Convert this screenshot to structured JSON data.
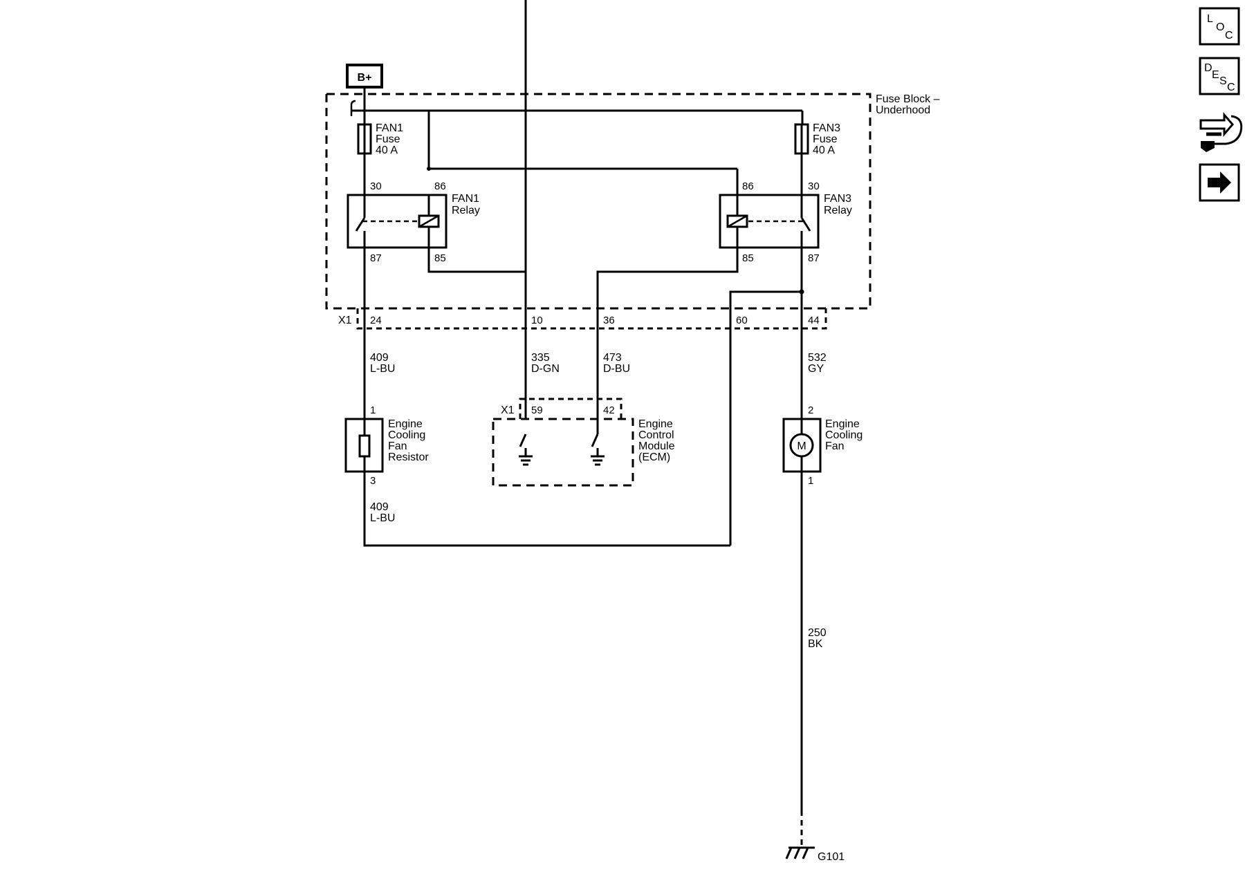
{
  "power": {
    "label": "B+"
  },
  "fuse_block": {
    "line1": "Fuse Block –",
    "line2": "Underhood"
  },
  "fan1_fuse": {
    "line1": "FAN1",
    "line2": "Fuse",
    "line3": "40 A"
  },
  "fan3_fuse": {
    "line1": "FAN3",
    "line2": "Fuse",
    "line3": "40 A"
  },
  "fan1_relay": {
    "line1": "FAN1",
    "line2": "Relay",
    "pin_30": "30",
    "pin_86": "86",
    "pin_87": "87",
    "pin_85": "85"
  },
  "fan3_relay": {
    "line1": "FAN3",
    "line2": "Relay",
    "pin_86": "86",
    "pin_30": "30",
    "pin_85": "85",
    "pin_87": "87"
  },
  "fuse_block_connector": {
    "name": "X1",
    "pin_a": "24",
    "pin_b": "10",
    "pin_c": "36",
    "pin_d": "60",
    "pin_e": "44"
  },
  "wires": {
    "w409_top": {
      "circuit": "409",
      "color": "L-BU"
    },
    "w335": {
      "circuit": "335",
      "color": "D-GN"
    },
    "w473": {
      "circuit": "473",
      "color": "D-BU"
    },
    "w532": {
      "circuit": "532",
      "color": "GY"
    },
    "w409_bottom": {
      "circuit": "409",
      "color": "L-BU"
    },
    "w250": {
      "circuit": "250",
      "color": "BK"
    }
  },
  "ecm": {
    "connector": "X1",
    "pin_a": "59",
    "pin_b": "42",
    "line1": "Engine",
    "line2": "Control",
    "line3": "Module",
    "line4": "(ECM)"
  },
  "fan_resistor": {
    "pin_top": "1",
    "pin_bottom": "3",
    "line1": "Engine",
    "line2": "Cooling",
    "line3": "Fan",
    "line4": "Resistor"
  },
  "cooling_fan": {
    "pin_top": "2",
    "pin_bottom": "1",
    "motor_symbol": "M",
    "line1": "Engine",
    "line2": "Cooling",
    "line3": "Fan"
  },
  "ground": {
    "label": "G101"
  },
  "nav": {
    "loc": {
      "l": "L",
      "o": "O",
      "c": "C",
      "icon": "location-icon"
    },
    "desc": {
      "d": "D",
      "e": "E",
      "s": "S",
      "c": "C",
      "icon": "description-icon"
    },
    "connector_icon": "connector-end-view-icon",
    "next_icon": "right-arrow-icon"
  }
}
